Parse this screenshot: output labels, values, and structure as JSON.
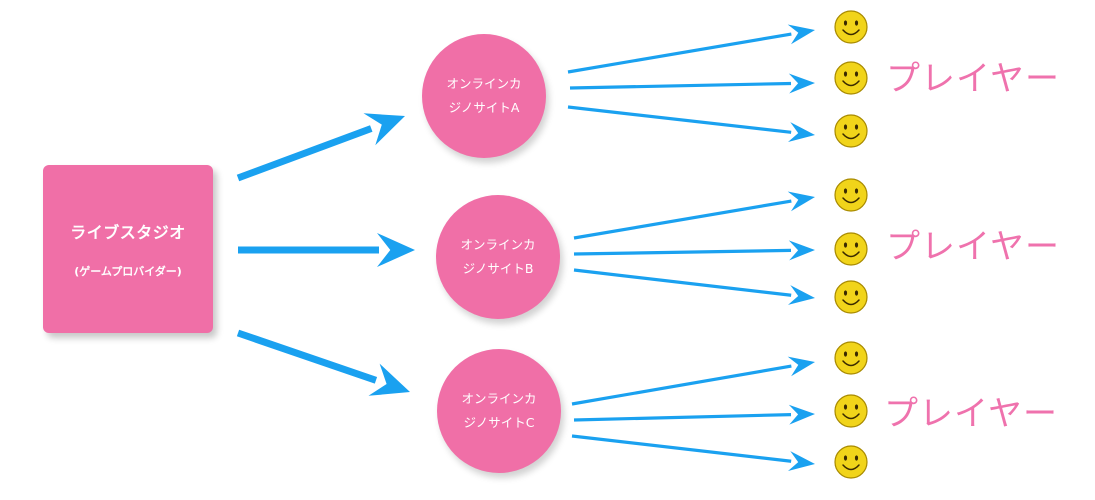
{
  "studio": {
    "title": "ライブスタジオ",
    "subtitle": "(ゲームプロバイダー)"
  },
  "sites": [
    {
      "line1": "オンラインカ",
      "line2": "ジノサイトA"
    },
    {
      "line1": "オンラインカ",
      "line2": "ジノサイトB"
    },
    {
      "line1": "オンラインカ",
      "line2": "ジノサイトC"
    }
  ],
  "player_label": "プレイヤー",
  "player_icon": "smiley-face-icon",
  "colors": {
    "pink": "#f06fa7",
    "arrow_blue": "#1aa1f0",
    "label_pink": "#ef72ad",
    "smiley_yellow": "#f1d41a"
  }
}
